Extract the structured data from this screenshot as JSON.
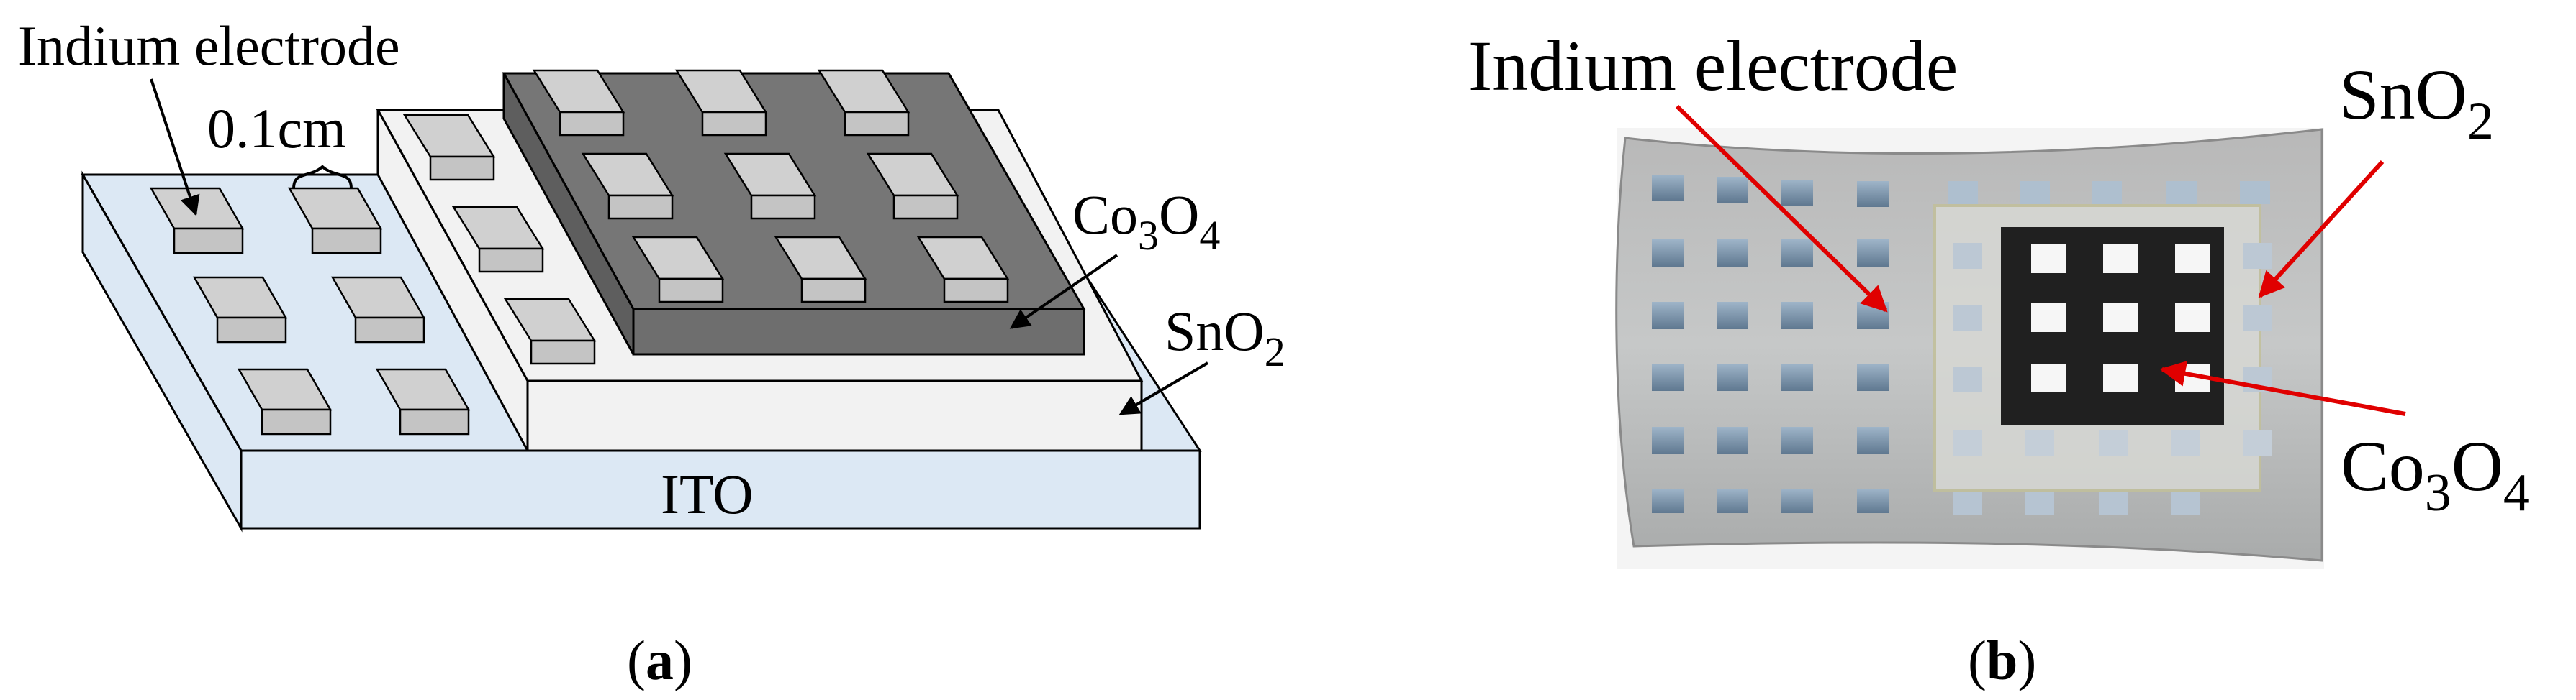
{
  "panel_a": {
    "panel_label": {
      "open": "(",
      "letter": "a",
      "close": ")"
    },
    "labels": {
      "indium": "Indium electrode",
      "spacing": "0.1cm",
      "co3o4": {
        "base1": "Co",
        "sub1": "3",
        "base2": "O",
        "sub2": "4"
      },
      "sno2": {
        "base": "SnO",
        "sub": "2"
      },
      "ito": "ITO"
    }
  },
  "panel_b": {
    "panel_label": {
      "open": "(",
      "letter": "b",
      "close": ")"
    },
    "labels": {
      "indium": "Indium electrode",
      "sno2": {
        "base": "SnO",
        "sub": "2"
      },
      "co3o4": {
        "base1": "Co",
        "sub1": "3",
        "base2": "O",
        "sub2": "4"
      }
    }
  },
  "colors": {
    "ito": "#dce8f4",
    "sno2": "#f2f2f2",
    "co3o4": "#767676",
    "electrode": "#d0d0d0",
    "arrow_photo": "#e00000"
  }
}
